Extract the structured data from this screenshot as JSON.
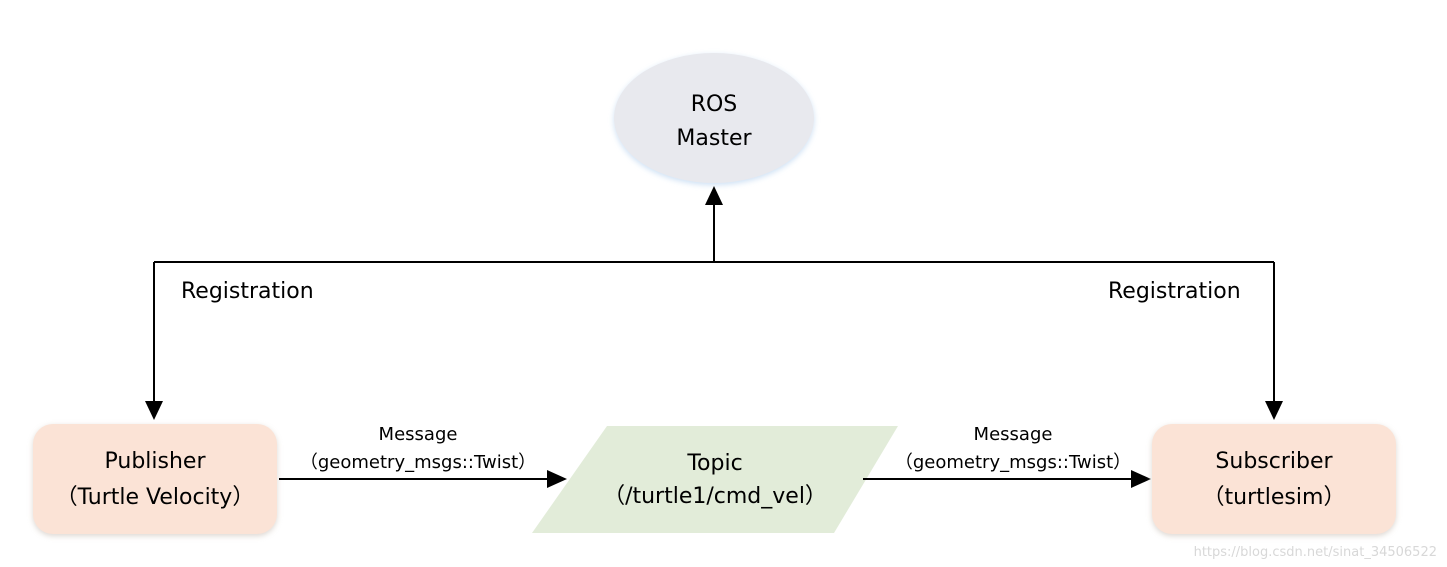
{
  "nodes": {
    "master": {
      "line1": "ROS",
      "line2": "Master"
    },
    "publisher": {
      "line1": "Publisher",
      "line2": "（Turtle Velocity）"
    },
    "topic": {
      "line1": "Topic",
      "line2": "（/turtle1/cmd_vel）"
    },
    "subscriber": {
      "line1": "Subscriber",
      "line2": "（turtlesim）"
    }
  },
  "edges": {
    "registration_left": "Registration",
    "registration_right": "Registration",
    "message_left": {
      "line1": "Message",
      "line2": "（geometry_msgs::Twist）"
    },
    "message_right": {
      "line1": "Message",
      "line2": "（geometry_msgs::Twist）"
    }
  },
  "watermark": "https://blog.csdn.net/sinat_34506522",
  "colors": {
    "master_fill": "#e8e9ee",
    "master_edge": "#cfe2f7",
    "node_fill": "#fbe3d6",
    "node_edge": "#f2d0bd",
    "topic_fill": "#e2ecd9",
    "line": "#000000",
    "watermark": "#d8d8d8"
  }
}
